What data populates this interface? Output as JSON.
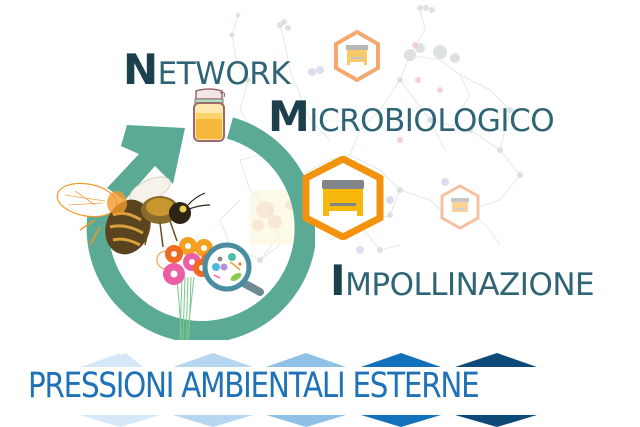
{
  "titles": {
    "network": {
      "cap": "N",
      "rest": "ETWORK"
    },
    "microbiologico": {
      "cap": "M",
      "rest": "ICROBIOLOGICO"
    },
    "impollinazione": {
      "cap": "I",
      "rest": "MPOLLINAZIONE"
    }
  },
  "bottom_banner": {
    "text": "PRESSIONI AMBIENTALI ESTERNE",
    "triangle_colors": [
      "#d6e7f7",
      "#b6d6f0",
      "#8fc0e6",
      "#1172bb",
      "#0d4a78"
    ]
  },
  "icons": {
    "honey_jar": "honey-jar-icon",
    "beehive_large": "beehive-icon",
    "beehive_small_top": "beehive-icon",
    "beehive_small_right": "beehive-icon",
    "bee": "bee-icon",
    "flowers": "flower-bouquet-icon",
    "magnifier": "magnifying-glass-icon",
    "cycle_arrow": "cycle-arrow-icon"
  },
  "colors": {
    "title_dark": "#1c3f4c",
    "title_main": "#2e6474",
    "cycle_teal": "#5aaa96",
    "hive_orange": "#f2920f",
    "hive_orange_light": "#f5b07a",
    "banner_blue": "#1f72b8"
  }
}
